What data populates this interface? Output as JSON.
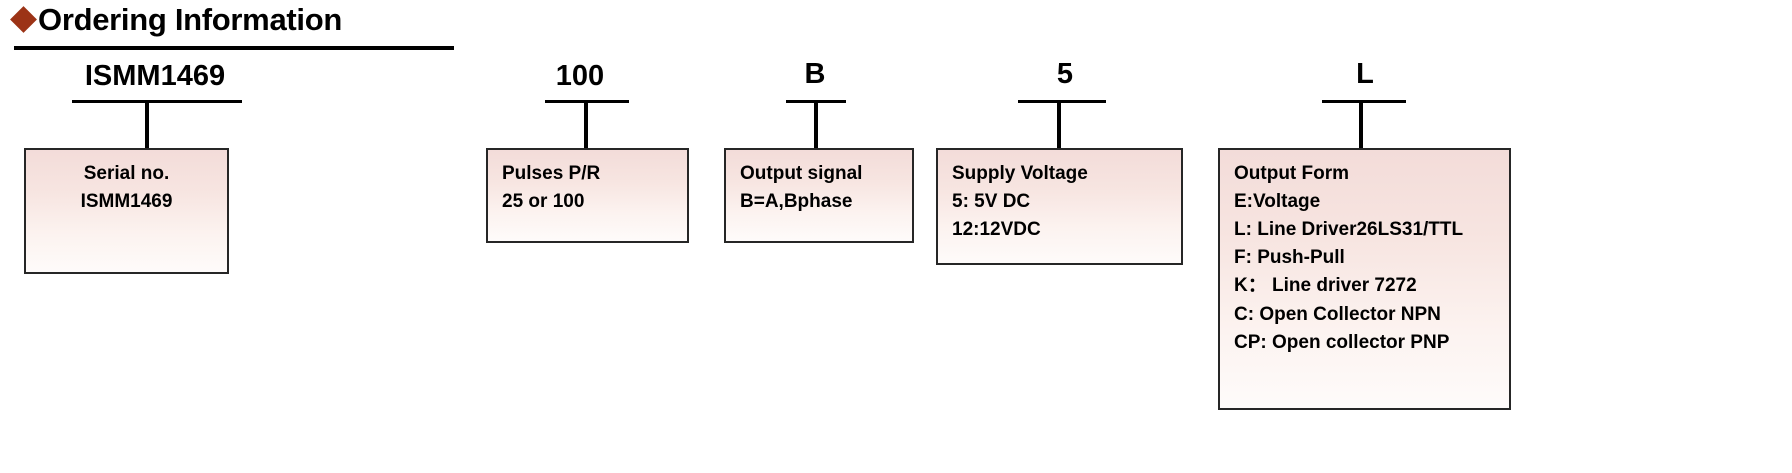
{
  "header": {
    "bullet_icon": "diamond-bullet-icon",
    "title": "Ordering Information",
    "accent_color": "#9c3316",
    "rule_color": "#000000"
  },
  "style": {
    "box_fill_top": "#f3dcd9",
    "box_fill_bottom": "#fefbfa",
    "box_border": "#262626",
    "text_color": "#000000"
  },
  "part_number": "ISMM1469 100 B 5 L",
  "segments": [
    {
      "id": "serial",
      "code": "ISMM1469",
      "box_title": "Serial no.",
      "lines": [
        "Serial no.",
        "ISMM1469"
      ],
      "centered": true
    },
    {
      "id": "pulses",
      "code": "100",
      "box_title": "Pulses P/R",
      "lines": [
        "Pulses P/R",
        "25 or 100"
      ],
      "centered": false
    },
    {
      "id": "output-signal",
      "code": "B",
      "box_title": "Output signal",
      "lines": [
        "Output signal",
        "B=A,Bphase"
      ],
      "centered": false
    },
    {
      "id": "supply-voltage",
      "code": "5",
      "box_title": "Supply Voltage",
      "lines": [
        "Supply Voltage",
        "5: 5V DC",
        "12:12VDC"
      ],
      "centered": false
    },
    {
      "id": "output-form",
      "code": "L",
      "box_title": "Output Form",
      "lines": [
        "Output Form",
        "E:Voltage",
        "L: Line Driver26LS31/TTL",
        "F: Push-Pull",
        "K：  Line driver 7272",
        "C: Open Collector NPN",
        "CP: Open collector PNP"
      ],
      "centered": false
    }
  ]
}
